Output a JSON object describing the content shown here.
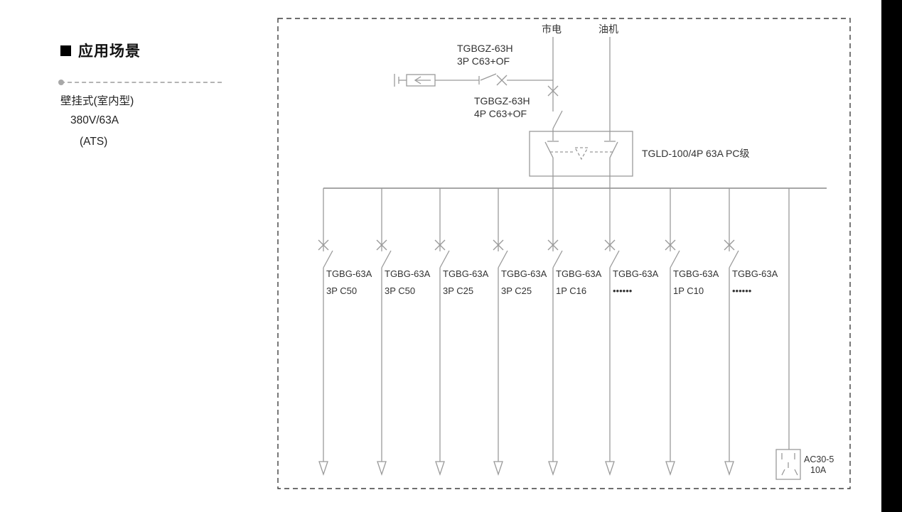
{
  "colors": {
    "line": "#9a9a9a",
    "border": "#3f3f3f",
    "text": "#333333",
    "heading": "#111111",
    "accent-dot": "#a8a8a8"
  },
  "sidebar": {
    "heading": "应用场景",
    "lines": [
      "壁挂式(室内型)",
      "380V/63A",
      "(ATS)"
    ]
  },
  "diagram": {
    "source_mains": "市电",
    "source_generator": "油机",
    "spd_breaker": {
      "model": "TGBGZ-63H",
      "spec": "3P C63+OF"
    },
    "main_breaker": {
      "model": "TGBGZ-63H",
      "spec": "4P C63+OF"
    },
    "transfer_switch": "TGLD-100/4P 63A PC级",
    "branches": [
      {
        "model": "TGBG-63A",
        "spec": "3P C50"
      },
      {
        "model": "TGBG-63A",
        "spec": "3P C50"
      },
      {
        "model": "TGBG-63A",
        "spec": "3P C25"
      },
      {
        "model": "TGBG-63A",
        "spec": "3P C25"
      },
      {
        "model": "TGBG-63A",
        "spec": "1P C16"
      },
      {
        "model": "TGBG-63A",
        "spec": "••••••"
      },
      {
        "model": "TGBG-63A",
        "spec": "1P C10"
      },
      {
        "model": "TGBG-63A",
        "spec": "••••••"
      }
    ],
    "socket": {
      "model": "AC30-5",
      "rating": "10A"
    }
  }
}
